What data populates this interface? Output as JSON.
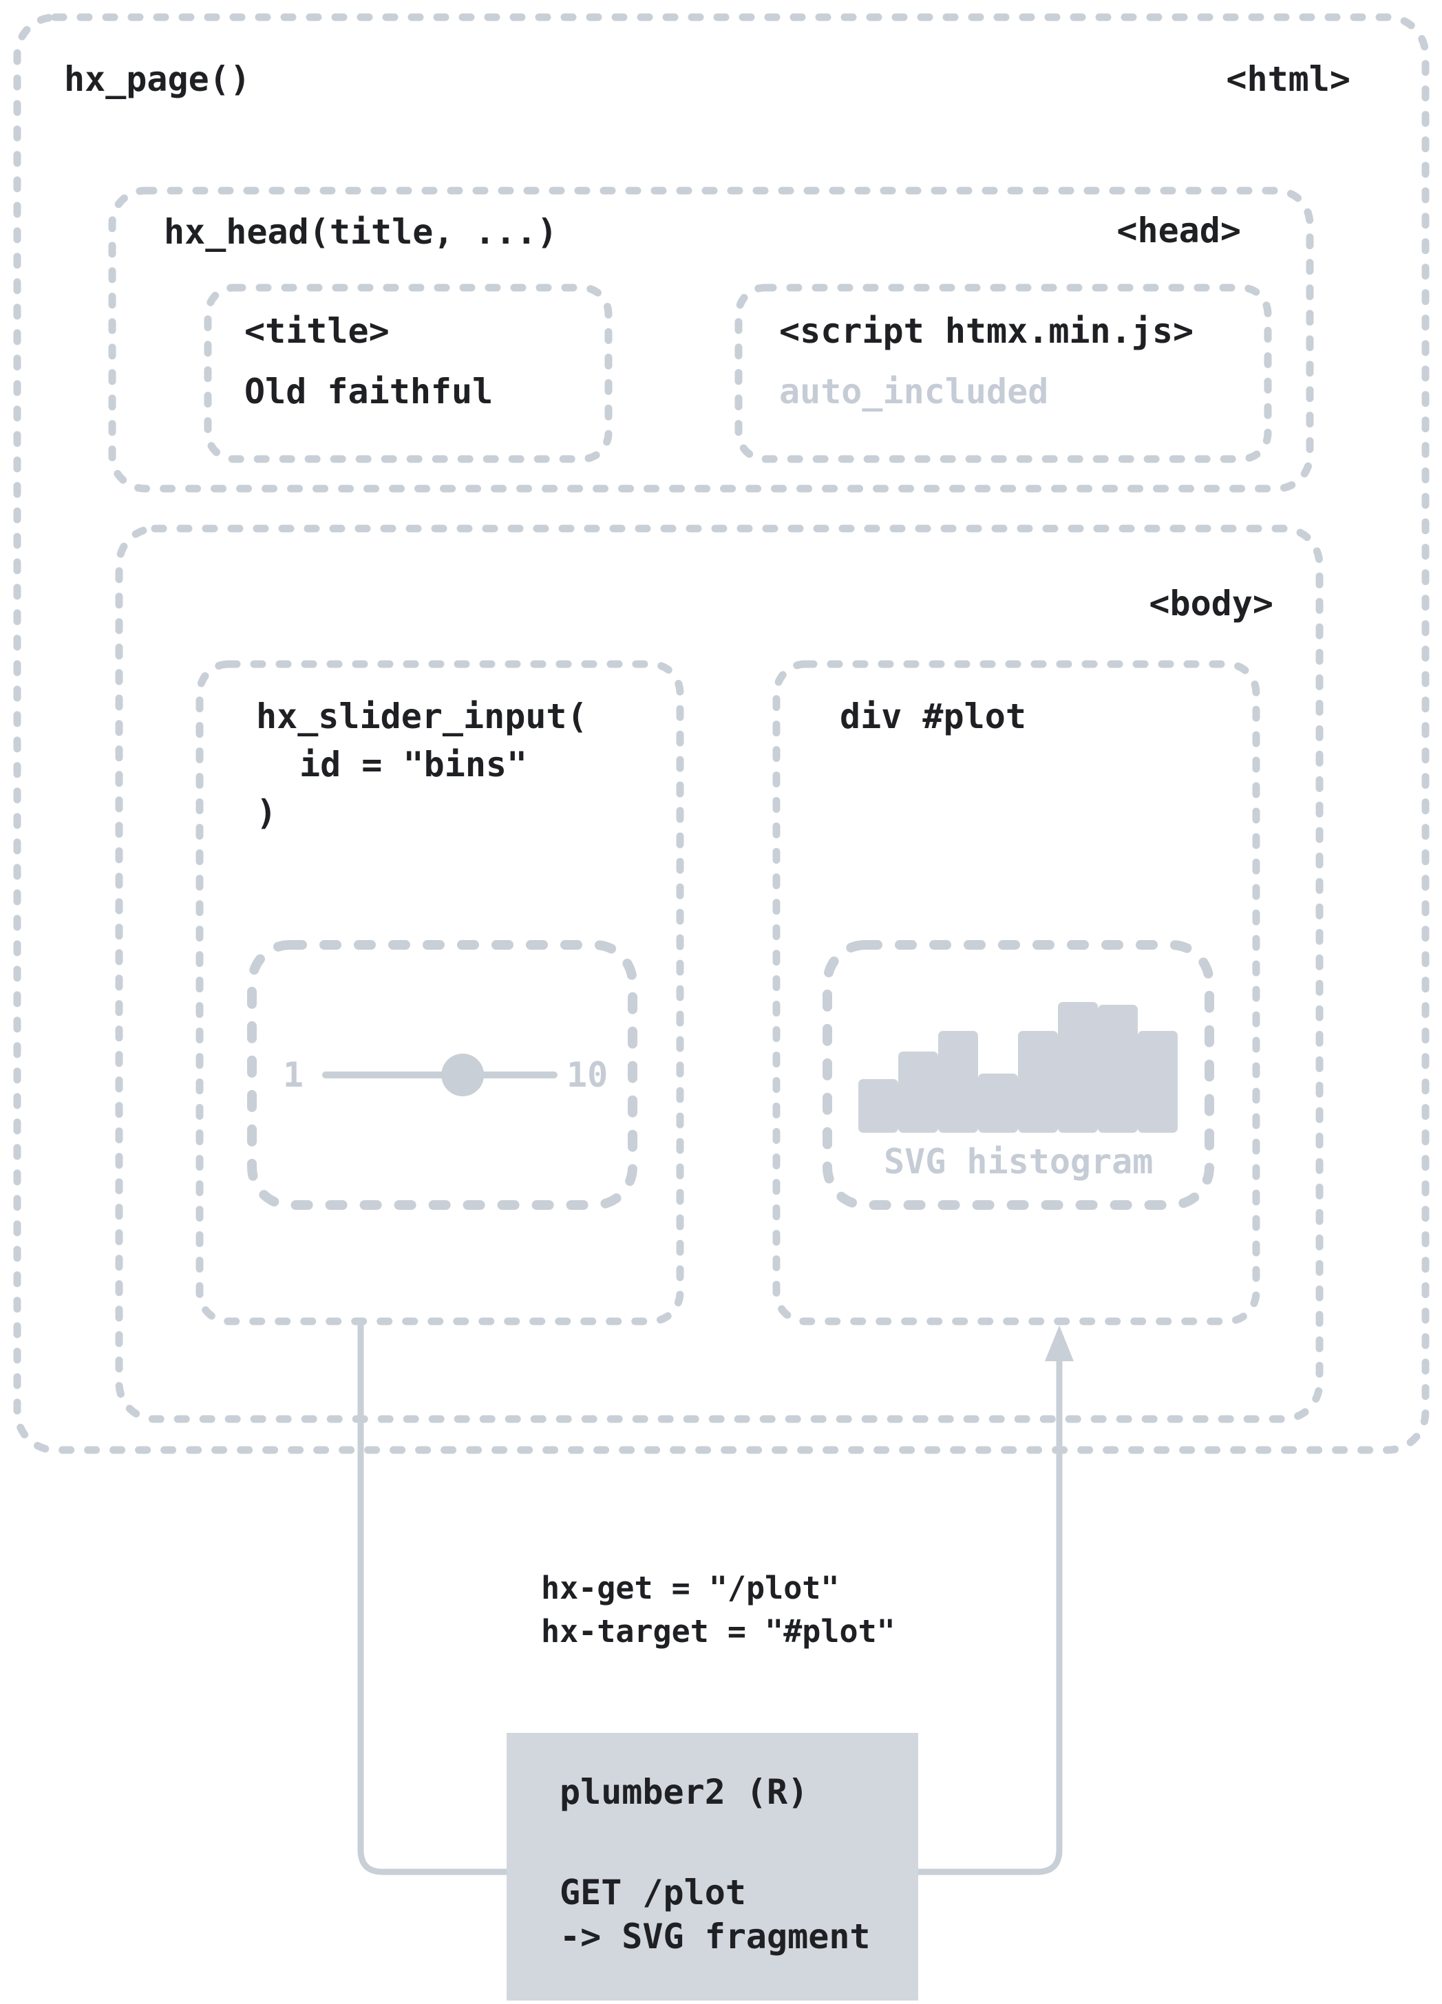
{
  "colors": {
    "dash_gray": "#c9cfd6",
    "shape_gray": "#ced3db",
    "server_fill": "#d2d7de",
    "text": "#1f2023",
    "muted_text": "#c6ccd6"
  },
  "diagram": {
    "root": {
      "fn": "hx_page()",
      "tag": "<html>"
    },
    "head": {
      "fn": "hx_head(title, ...)",
      "tag": "<head>",
      "title_box": {
        "tag": "<title>",
        "value": "Old faithful"
      },
      "script_box": {
        "tag": "<script htmx.min.js>",
        "note": "auto_included"
      }
    },
    "body": {
      "tag": "<body>",
      "slider": {
        "fn_open": "hx_slider_input(",
        "fn_arg": "id = \"bins\"",
        "fn_close": ")",
        "widget": {
          "min_label": "1",
          "max_label": "10",
          "thumb_fraction": 0.6
        }
      },
      "plot": {
        "label": "div #plot",
        "caption": "SVG histogram",
        "histogram_heights": [
          78,
          118,
          148,
          86,
          148,
          190,
          186,
          148
        ]
      }
    },
    "htmx_attrs": {
      "get": "hx-get = \"/plot\"",
      "target": "hx-target = \"#plot\""
    },
    "server": {
      "name": "plumber2 (R)",
      "request": "GET /plot",
      "response": "-> SVG fragment"
    }
  }
}
